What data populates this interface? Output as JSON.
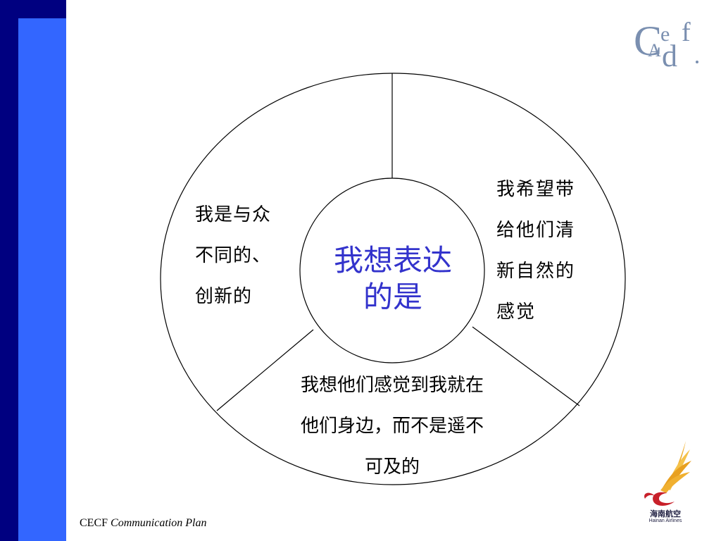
{
  "center": {
    "lines": [
      "我想表达",
      "的是"
    ],
    "color": "#3333cc"
  },
  "segments": {
    "left": [
      "我是与众",
      "不同的、",
      "创新的"
    ],
    "right": [
      "我希望带",
      "给他们清",
      "新自然的",
      "感觉"
    ],
    "bottom": [
      "我想他们感觉到我就在",
      "他们身边，而不是遥不",
      "可及的"
    ]
  },
  "footer": {
    "brand": "CECF",
    "title": "Communication Plan"
  },
  "logos": {
    "top_right": {
      "icon": "cecf-logo-icon",
      "letters": [
        "C",
        "e",
        "f",
        "A",
        "d"
      ]
    },
    "bottom_right": {
      "icon": "hainan-airlines-logo-icon",
      "name_cn": "海南航空",
      "name_en": "Hainan Airlines"
    }
  },
  "colors": {
    "sidebar_dark": "#000080",
    "sidebar_blue": "#3366ff",
    "logo_blue": "#7a8fb0",
    "wing_gold": "#f0b030",
    "swirl_red": "#c8202a"
  }
}
